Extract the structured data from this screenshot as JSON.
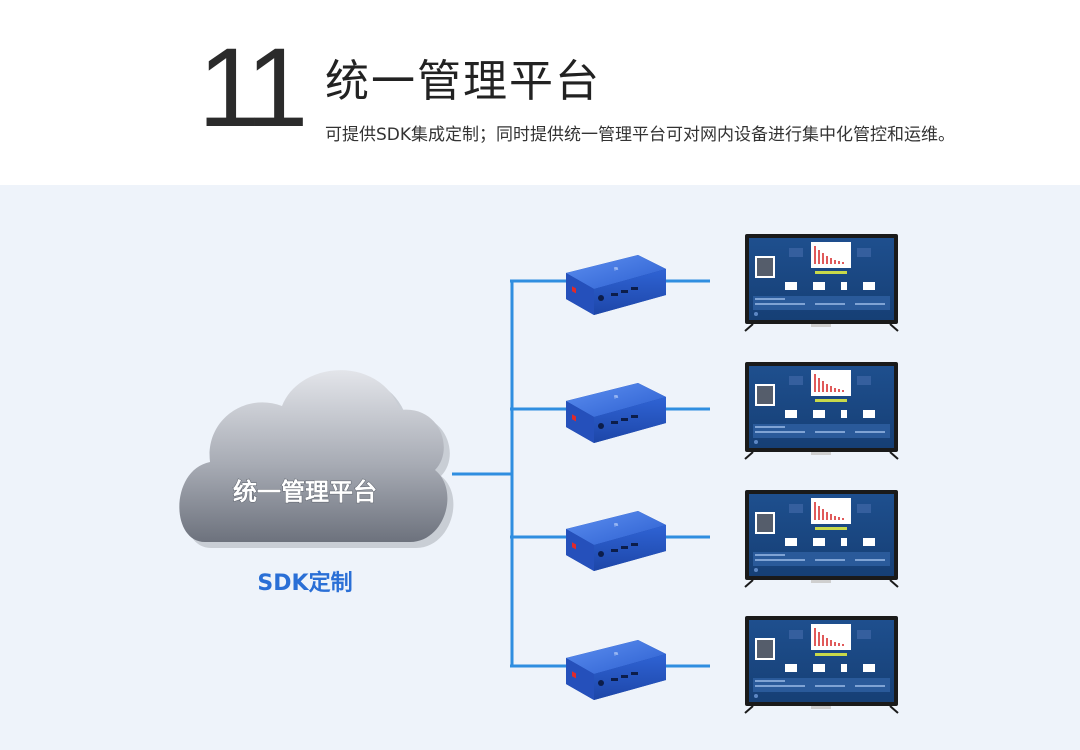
{
  "header": {
    "number": "11",
    "title": "统一管理平台",
    "description": "可提供SDK集成定制；同时提供统一管理平台可对网内设备进行集中化管控和运维。"
  },
  "diagram": {
    "cloud_label": "统一管理平台",
    "sdk_label": "SDK定制",
    "device_count": 4,
    "colors": {
      "line": "#2f8ee0",
      "box": "#2f64d6",
      "sdk_text": "#2a6fd6",
      "background": "#eef3fa"
    }
  }
}
